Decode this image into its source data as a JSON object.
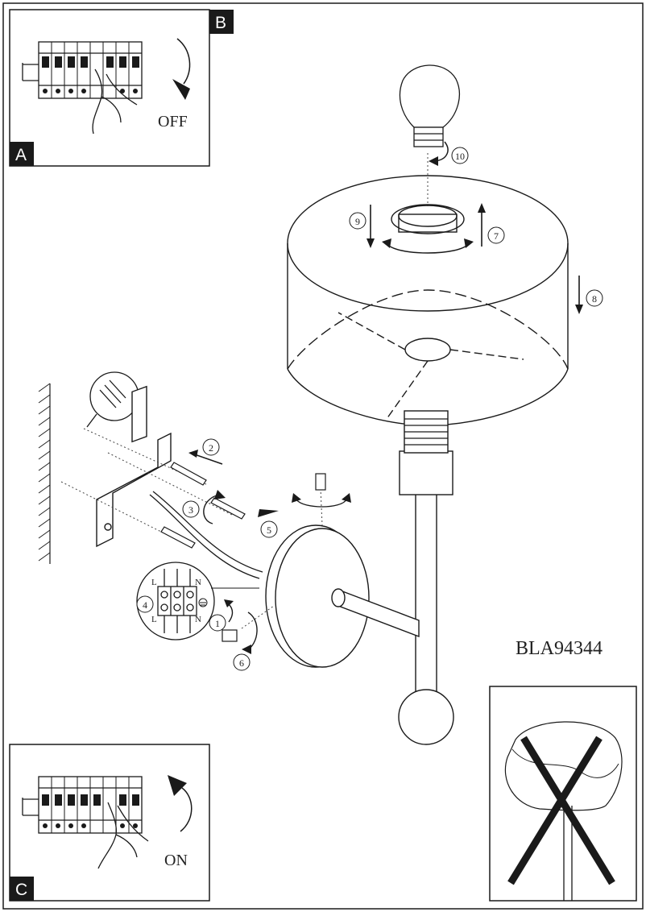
{
  "panels": {
    "top": {
      "tag_a": "A",
      "tag_b": "B",
      "caption": "OFF"
    },
    "bottom": {
      "tag": "C",
      "caption": "ON"
    }
  },
  "steps": [
    "1",
    "2",
    "3",
    "4",
    "5",
    "6",
    "7",
    "8",
    "9",
    "10"
  ],
  "terminal": {
    "left_top": "L",
    "right_top": "N",
    "left_bottom": "L",
    "right_bottom": "N"
  },
  "model": "BLA94344",
  "icons": [
    "circuit-breaker-icon",
    "hand-icon",
    "wall-plug-icon",
    "earth-icon",
    "crossed-out-icon",
    "bulb-icon"
  ],
  "colors": {
    "line": "#1a1a1a",
    "tag_bg": "#1a1a1a",
    "paper": "#ffffff"
  }
}
